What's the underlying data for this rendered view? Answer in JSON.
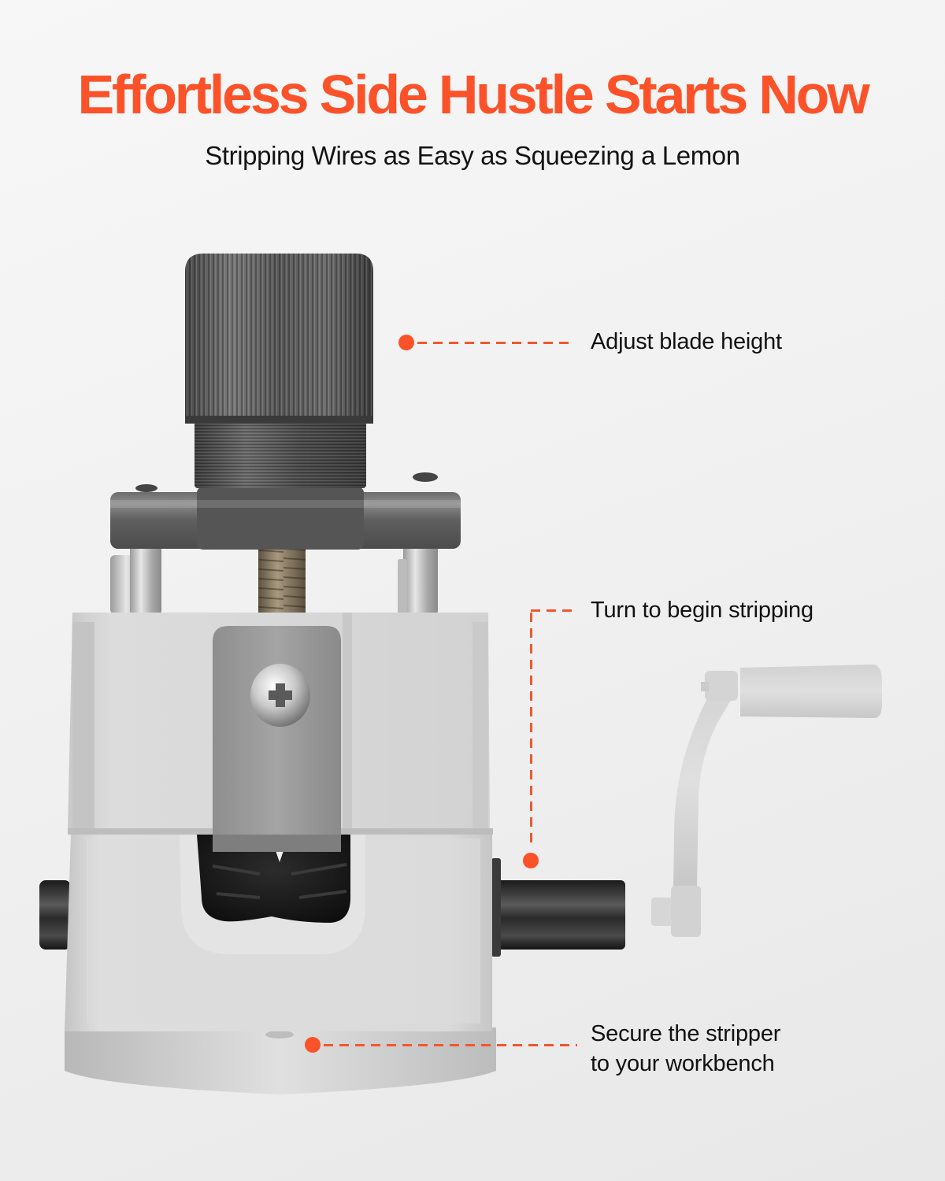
{
  "header": {
    "headline": "Effortless Side Hustle Starts Now",
    "subheadline": "Stripping Wires as Easy as Squeezing a Lemon"
  },
  "product": {
    "name": "wire-stripper-machine",
    "parts": [
      "knurled-adjustment-knob",
      "top-bracket",
      "threaded-screw",
      "guide-posts",
      "upper-body",
      "blade-plate",
      "phillips-screw",
      "lower-body",
      "wire-channel",
      "drive-shaft",
      "hand-crank",
      "mounting-base"
    ]
  },
  "callouts": [
    {
      "id": "adjust",
      "label": "Adjust blade height",
      "target": "knurled-adjustment-knob"
    },
    {
      "id": "turn",
      "label": "Turn to begin stripping",
      "target": "drive-shaft"
    },
    {
      "id": "secure",
      "label_line1": "Secure the stripper",
      "label_line2": "to your workbench",
      "target": "mounting-base"
    }
  ],
  "colors": {
    "accent": "#fb5229",
    "text": "#111111",
    "background": "#f1f1f1"
  }
}
